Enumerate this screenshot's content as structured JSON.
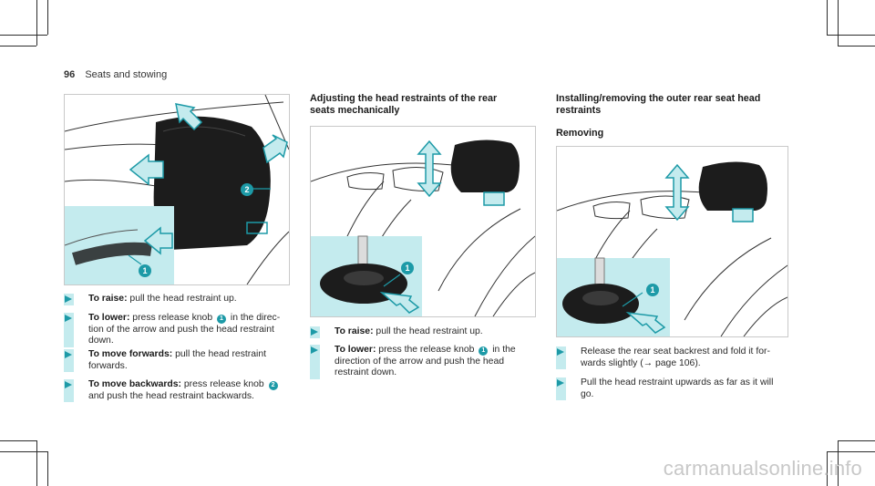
{
  "header": {
    "page_number": "96",
    "section": "Seats and stowing"
  },
  "col1": {
    "steps": [
      {
        "label": "To raise:",
        "text_a": " pull the head restraint up.",
        "badge": "",
        "text_b": ""
      },
      {
        "label": "To lower:",
        "text_a": " press release knob ",
        "badge": "1",
        "text_b": " in the direc- tion of the arrow and push the head restraint down."
      },
      {
        "label": "To move forwards:",
        "text_a": " pull the head restraint forwards.",
        "badge": "",
        "text_b": ""
      },
      {
        "label": "To move backwards:",
        "text_a": " press release knob ",
        "badge": "2",
        "text_b": " and push the head restraint backwards."
      }
    ],
    "figure_callouts": [
      "1",
      "2"
    ]
  },
  "col2": {
    "heading": "Adjusting the head restraints of the rear seats mechanically",
    "steps": [
      {
        "label": "To raise:",
        "text_a": " pull the head restraint up.",
        "badge": "",
        "text_b": ""
      },
      {
        "label": "To lower:",
        "text_a": " press the release knob ",
        "badge": "1",
        "text_b": " in the direction of the arrow and push the head restraint down."
      }
    ],
    "figure_callouts": [
      "1"
    ]
  },
  "col3": {
    "heading": "Installing/removing the outer rear seat head restraints",
    "subheading": "Removing",
    "steps": [
      {
        "label": "",
        "text_a": "Release the rear seat backrest and fold it for- wards slightly (→ page 106).",
        "badge": "",
        "text_b": ""
      },
      {
        "label": "",
        "text_a": "Pull the head restraint upwards as far as it will go.",
        "badge": "",
        "text_b": ""
      }
    ],
    "figure_callouts": [
      "1"
    ]
  },
  "watermark": "carmanualsonline.info",
  "colors": {
    "accent": "#1d9aa7",
    "highlight": "#c4ebee",
    "text": "#222222"
  }
}
